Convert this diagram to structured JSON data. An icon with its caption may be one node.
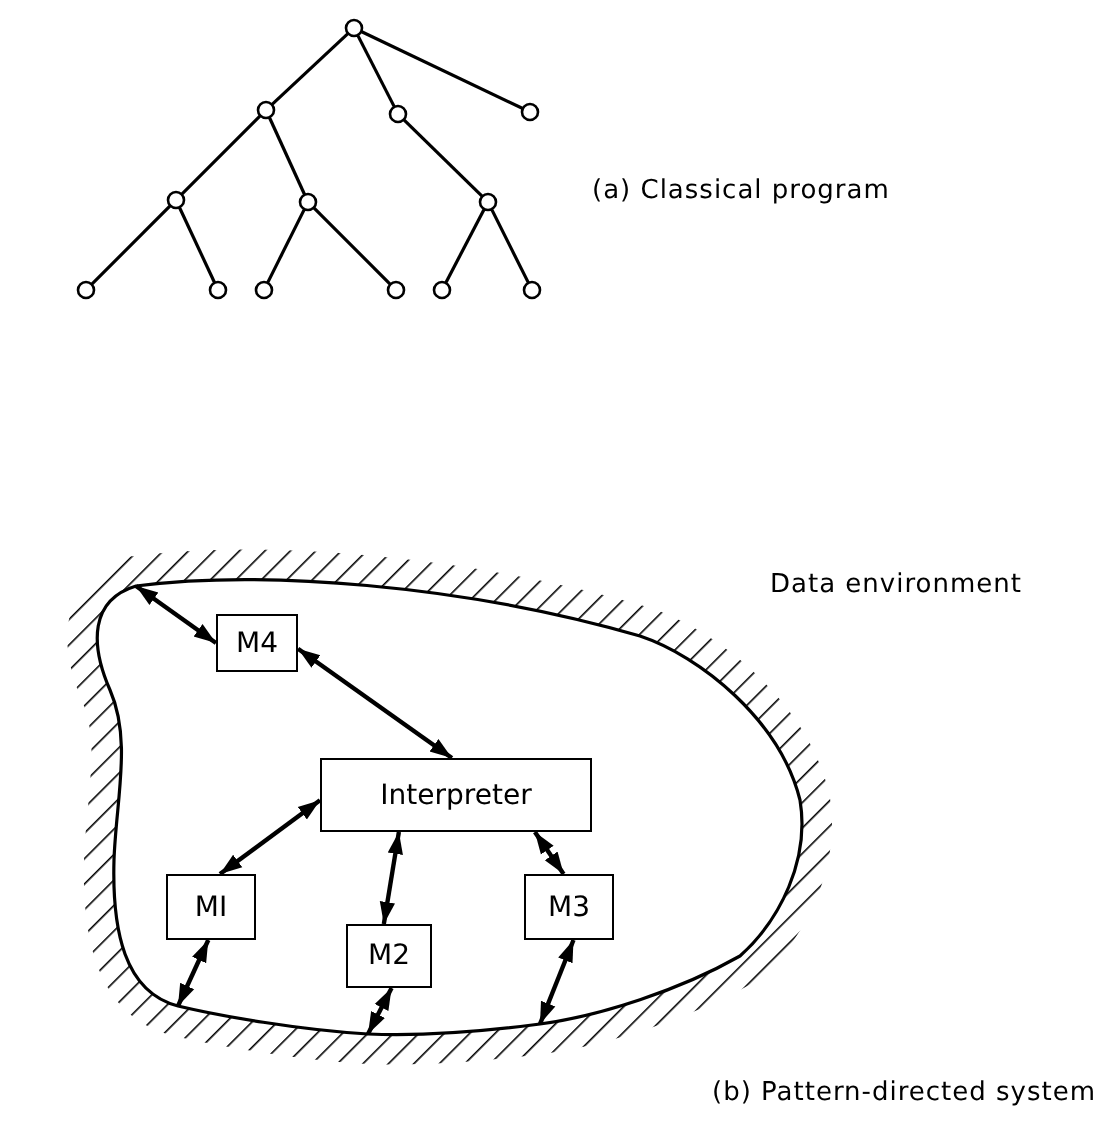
{
  "diagram": {
    "nodes": [
      {
        "text": [],
        "shape": "circle"
      },
      {
        "text": [],
        "shape": "circle"
      },
      {
        "text": [],
        "shape": "circle"
      },
      {
        "text": [],
        "shape": "circle"
      },
      {
        "text": [],
        "shape": "circle"
      },
      {
        "text": [],
        "shape": "circle"
      },
      {
        "text": [],
        "shape": "circle"
      },
      {
        "text": [],
        "shape": "circle"
      },
      {
        "text": [],
        "shape": "circle"
      },
      {
        "text": [],
        "shape": "circle"
      },
      {
        "text": [],
        "shape": "circle"
      },
      {
        "text": [],
        "shape": "circle"
      },
      {
        "text": [],
        "shape": "circle"
      },
      {
        "text": [],
        "shape": "cloud",
        "beside": [
          "Data environment"
        ]
      },
      {
        "text": [
          "M4"
        ],
        "in": 13
      },
      {
        "text": [
          "Interpreter"
        ],
        "in": 13
      },
      {
        "text": [
          "MI"
        ],
        "in": 13
      },
      {
        "text": [
          "M2"
        ],
        "in": 13
      },
      {
        "text": [
          "M3"
        ],
        "in": 13
      }
    ],
    "edges": [
      {
        "from": 0,
        "to": 1,
        "arrow": "none"
      },
      {
        "from": 0,
        "to": 2,
        "arrow": "none"
      },
      {
        "from": 0,
        "to": 3,
        "arrow": "none"
      },
      {
        "from": 1,
        "to": 4,
        "arrow": "none"
      },
      {
        "from": 1,
        "to": 5,
        "arrow": "none"
      },
      {
        "from": 2,
        "to": 6,
        "arrow": "none"
      },
      {
        "from": 4,
        "to": 7,
        "arrow": "none"
      },
      {
        "from": 4,
        "to": 8,
        "arrow": "none"
      },
      {
        "from": 5,
        "to": 9,
        "arrow": "none"
      },
      {
        "from": 5,
        "to": 10,
        "arrow": "none"
      },
      {
        "from": 6,
        "to": 11,
        "arrow": "none"
      },
      {
        "from": 6,
        "to": 12,
        "arrow": "none"
      },
      {
        "from": 13,
        "to": 14,
        "arrow": "both"
      },
      {
        "from": 14,
        "to": 15,
        "arrow": "both"
      },
      {
        "from": 15,
        "to": 16,
        "arrow": "both"
      },
      {
        "from": 15,
        "to": 17,
        "arrow": "both"
      },
      {
        "from": 15,
        "to": 18,
        "arrow": "both"
      },
      {
        "from": 16,
        "to": 13,
        "arrow": "both"
      },
      {
        "from": 17,
        "to": 13,
        "arrow": "both"
      },
      {
        "from": 18,
        "to": 13,
        "arrow": "both"
      }
    ],
    "labels": [
      "(a) Classical program",
      "(b) Pattern-directed system"
    ]
  }
}
